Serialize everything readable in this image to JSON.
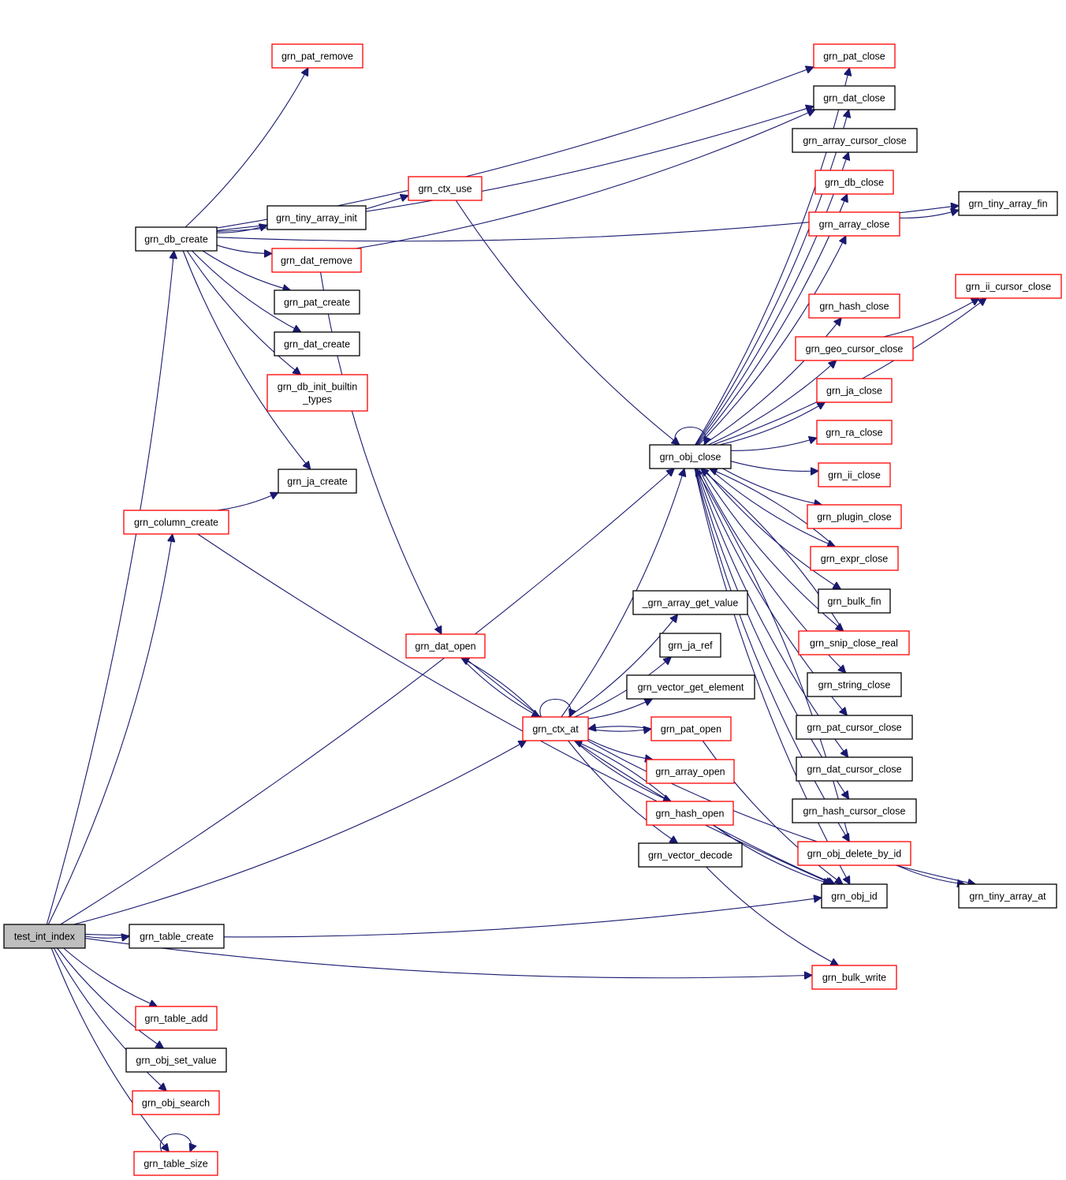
{
  "colors": {
    "edge": "#191970",
    "border_default": "#000000",
    "border_linked": "#ff0000",
    "fill_root": "#bfbfbf",
    "fill_default": "#ffffff"
  },
  "nodes": [
    {
      "id": "test_int_index",
      "lines": [
        "test_int_index"
      ],
      "style": "root"
    },
    {
      "id": "grn_db_create",
      "lines": [
        "grn_db_create"
      ],
      "style": "default"
    },
    {
      "id": "grn_column_create",
      "lines": [
        "grn_column_create"
      ],
      "style": "linked"
    },
    {
      "id": "grn_ctx_at",
      "lines": [
        "grn_ctx_at"
      ],
      "style": "linked"
    },
    {
      "id": "grn_obj_close",
      "lines": [
        "grn_obj_close"
      ],
      "style": "default"
    },
    {
      "id": "grn_obj_id",
      "lines": [
        "grn_obj_id"
      ],
      "style": "default"
    },
    {
      "id": "grn_table_create",
      "lines": [
        "grn_table_create"
      ],
      "style": "default"
    },
    {
      "id": "grn_bulk_write",
      "lines": [
        "grn_bulk_write"
      ],
      "style": "linked"
    },
    {
      "id": "grn_table_add",
      "lines": [
        "grn_table_add"
      ],
      "style": "linked"
    },
    {
      "id": "grn_obj_set_value",
      "lines": [
        "grn_obj_set_value"
      ],
      "style": "default"
    },
    {
      "id": "grn_obj_search",
      "lines": [
        "grn_obj_search"
      ],
      "style": "linked"
    },
    {
      "id": "grn_table_size",
      "lines": [
        "grn_table_size"
      ],
      "style": "linked"
    },
    {
      "id": "grn_pat_remove",
      "lines": [
        "grn_pat_remove"
      ],
      "style": "linked"
    },
    {
      "id": "grn_ctx_use",
      "lines": [
        "grn_ctx_use"
      ],
      "style": "linked"
    },
    {
      "id": "grn_tiny_array_init",
      "lines": [
        "grn_tiny_array_init"
      ],
      "style": "default"
    },
    {
      "id": "grn_dat_remove",
      "lines": [
        "grn_dat_remove"
      ],
      "style": "linked"
    },
    {
      "id": "grn_pat_create",
      "lines": [
        "grn_pat_create"
      ],
      "style": "default"
    },
    {
      "id": "grn_dat_create",
      "lines": [
        "grn_dat_create"
      ],
      "style": "default"
    },
    {
      "id": "grn_db_init_builtin_types",
      "lines": [
        "grn_db_init_builtin",
        "_types"
      ],
      "style": "linked"
    },
    {
      "id": "grn_ja_create",
      "lines": [
        "grn_ja_create"
      ],
      "style": "default"
    },
    {
      "id": "grn_dat_open",
      "lines": [
        "grn_dat_open"
      ],
      "style": "linked"
    },
    {
      "id": "_grn_array_get_value",
      "lines": [
        "_grn_array_get_value"
      ],
      "style": "default"
    },
    {
      "id": "grn_ja_ref",
      "lines": [
        "grn_ja_ref"
      ],
      "style": "default"
    },
    {
      "id": "grn_vector_get_element",
      "lines": [
        "grn_vector_get_element"
      ],
      "style": "default"
    },
    {
      "id": "grn_pat_open",
      "lines": [
        "grn_pat_open"
      ],
      "style": "linked"
    },
    {
      "id": "grn_array_open",
      "lines": [
        "grn_array_open"
      ],
      "style": "linked"
    },
    {
      "id": "grn_hash_open",
      "lines": [
        "grn_hash_open"
      ],
      "style": "linked"
    },
    {
      "id": "grn_vector_decode",
      "lines": [
        "grn_vector_decode"
      ],
      "style": "default"
    },
    {
      "id": "grn_pat_close",
      "lines": [
        "grn_pat_close"
      ],
      "style": "linked"
    },
    {
      "id": "grn_dat_close",
      "lines": [
        "grn_dat_close"
      ],
      "style": "default"
    },
    {
      "id": "grn_array_cursor_close",
      "lines": [
        "grn_array_cursor_close"
      ],
      "style": "default"
    },
    {
      "id": "grn_db_close",
      "lines": [
        "grn_db_close"
      ],
      "style": "linked"
    },
    {
      "id": "grn_array_close",
      "lines": [
        "grn_array_close"
      ],
      "style": "linked"
    },
    {
      "id": "grn_hash_close",
      "lines": [
        "grn_hash_close"
      ],
      "style": "linked"
    },
    {
      "id": "grn_geo_cursor_close",
      "lines": [
        "grn_geo_cursor_close"
      ],
      "style": "linked"
    },
    {
      "id": "grn_ja_close",
      "lines": [
        "grn_ja_close"
      ],
      "style": "linked"
    },
    {
      "id": "grn_ra_close",
      "lines": [
        "grn_ra_close"
      ],
      "style": "linked"
    },
    {
      "id": "grn_ii_close",
      "lines": [
        "grn_ii_close"
      ],
      "style": "linked"
    },
    {
      "id": "grn_plugin_close",
      "lines": [
        "grn_plugin_close"
      ],
      "style": "linked"
    },
    {
      "id": "grn_expr_close",
      "lines": [
        "grn_expr_close"
      ],
      "style": "linked"
    },
    {
      "id": "grn_bulk_fin",
      "lines": [
        "grn_bulk_fin"
      ],
      "style": "default"
    },
    {
      "id": "grn_snip_close_real",
      "lines": [
        "grn_snip_close_real"
      ],
      "style": "linked"
    },
    {
      "id": "grn_string_close",
      "lines": [
        "grn_string_close"
      ],
      "style": "default"
    },
    {
      "id": "grn_pat_cursor_close",
      "lines": [
        "grn_pat_cursor_close"
      ],
      "style": "default"
    },
    {
      "id": "grn_dat_cursor_close",
      "lines": [
        "grn_dat_cursor_close"
      ],
      "style": "default"
    },
    {
      "id": "grn_hash_cursor_close",
      "lines": [
        "grn_hash_cursor_close"
      ],
      "style": "default"
    },
    {
      "id": "grn_obj_delete_by_id",
      "lines": [
        "grn_obj_delete_by_id"
      ],
      "style": "linked"
    },
    {
      "id": "grn_tiny_array_fin",
      "lines": [
        "grn_tiny_array_fin"
      ],
      "style": "default"
    },
    {
      "id": "grn_ii_cursor_close",
      "lines": [
        "grn_ii_cursor_close"
      ],
      "style": "linked"
    },
    {
      "id": "grn_tiny_array_at",
      "lines": [
        "grn_tiny_array_at"
      ],
      "style": "default"
    }
  ],
  "edges": [
    [
      "test_int_index",
      "grn_db_create"
    ],
    [
      "test_int_index",
      "grn_column_create"
    ],
    [
      "test_int_index",
      "grn_ctx_at"
    ],
    [
      "test_int_index",
      "grn_obj_close"
    ],
    [
      "test_int_index",
      "grn_obj_id"
    ],
    [
      "test_int_index",
      "grn_table_create"
    ],
    [
      "test_int_index",
      "grn_bulk_write"
    ],
    [
      "test_int_index",
      "grn_table_add"
    ],
    [
      "test_int_index",
      "grn_obj_set_value"
    ],
    [
      "test_int_index",
      "grn_obj_search"
    ],
    [
      "test_int_index",
      "grn_table_size"
    ],
    [
      "grn_db_create",
      "grn_pat_remove"
    ],
    [
      "grn_db_create",
      "grn_pat_close"
    ],
    [
      "grn_db_create",
      "grn_dat_close"
    ],
    [
      "grn_db_create",
      "grn_tiny_array_fin"
    ],
    [
      "grn_db_create",
      "grn_ctx_use"
    ],
    [
      "grn_db_create",
      "grn_tiny_array_init"
    ],
    [
      "grn_db_create",
      "grn_dat_remove"
    ],
    [
      "grn_db_create",
      "grn_pat_create"
    ],
    [
      "grn_db_create",
      "grn_dat_create"
    ],
    [
      "grn_db_create",
      "grn_db_init_builtin_types"
    ],
    [
      "grn_db_create",
      "grn_ja_create"
    ],
    [
      "grn_column_create",
      "grn_ja_create"
    ],
    [
      "grn_column_create",
      "grn_obj_id"
    ],
    [
      "grn_ctx_use",
      "grn_obj_close"
    ],
    [
      "grn_dat_remove",
      "grn_dat_close"
    ],
    [
      "grn_dat_remove",
      "grn_dat_open"
    ],
    [
      "grn_dat_open",
      "grn_ctx_at"
    ],
    [
      "grn_dat_open",
      "grn_obj_id"
    ],
    [
      "grn_ctx_at",
      "grn_dat_open"
    ],
    [
      "grn_ctx_at",
      "grn_ctx_at"
    ],
    [
      "grn_ctx_at",
      "grn_obj_close"
    ],
    [
      "grn_ctx_at",
      "_grn_array_get_value"
    ],
    [
      "grn_ctx_at",
      "grn_ja_ref"
    ],
    [
      "grn_ctx_at",
      "grn_vector_get_element"
    ],
    [
      "grn_ctx_at",
      "grn_pat_open"
    ],
    [
      "grn_ctx_at",
      "grn_array_open"
    ],
    [
      "grn_ctx_at",
      "grn_hash_open"
    ],
    [
      "grn_ctx_at",
      "grn_vector_decode"
    ],
    [
      "grn_ctx_at",
      "grn_tiny_array_at"
    ],
    [
      "grn_pat_open",
      "grn_ctx_at"
    ],
    [
      "grn_pat_open",
      "grn_obj_id"
    ],
    [
      "grn_hash_open",
      "grn_ctx_at"
    ],
    [
      "grn_hash_open",
      "grn_obj_id"
    ],
    [
      "grn_vector_decode",
      "grn_bulk_write"
    ],
    [
      "grn_obj_close",
      "grn_obj_close"
    ],
    [
      "grn_obj_close",
      "grn_pat_close"
    ],
    [
      "grn_obj_close",
      "grn_dat_close"
    ],
    [
      "grn_obj_close",
      "grn_array_cursor_close"
    ],
    [
      "grn_obj_close",
      "grn_db_close"
    ],
    [
      "grn_obj_close",
      "grn_array_close"
    ],
    [
      "grn_obj_close",
      "grn_ii_cursor_close"
    ],
    [
      "grn_obj_close",
      "grn_hash_close"
    ],
    [
      "grn_obj_close",
      "grn_geo_cursor_close"
    ],
    [
      "grn_obj_close",
      "grn_ja_close"
    ],
    [
      "grn_obj_close",
      "grn_ra_close"
    ],
    [
      "grn_obj_close",
      "grn_ii_close"
    ],
    [
      "grn_obj_close",
      "grn_plugin_close"
    ],
    [
      "grn_obj_close",
      "grn_expr_close"
    ],
    [
      "grn_obj_close",
      "grn_bulk_fin"
    ],
    [
      "grn_obj_close",
      "grn_snip_close_real"
    ],
    [
      "grn_obj_close",
      "grn_string_close"
    ],
    [
      "grn_obj_close",
      "grn_pat_cursor_close"
    ],
    [
      "grn_obj_close",
      "grn_dat_cursor_close"
    ],
    [
      "grn_obj_close",
      "grn_hash_cursor_close"
    ],
    [
      "grn_obj_close",
      "grn_obj_delete_by_id"
    ],
    [
      "grn_obj_close",
      "grn_obj_id"
    ],
    [
      "grn_array_close",
      "grn_tiny_array_fin"
    ],
    [
      "grn_geo_cursor_close",
      "grn_ii_cursor_close"
    ],
    [
      "grn_expr_close",
      "grn_obj_close"
    ],
    [
      "grn_snip_close_real",
      "grn_obj_close"
    ],
    [
      "grn_obj_delete_by_id",
      "grn_obj_close"
    ],
    [
      "grn_obj_delete_by_id",
      "grn_tiny_array_at"
    ],
    [
      "grn_table_size",
      "grn_table_size"
    ]
  ]
}
